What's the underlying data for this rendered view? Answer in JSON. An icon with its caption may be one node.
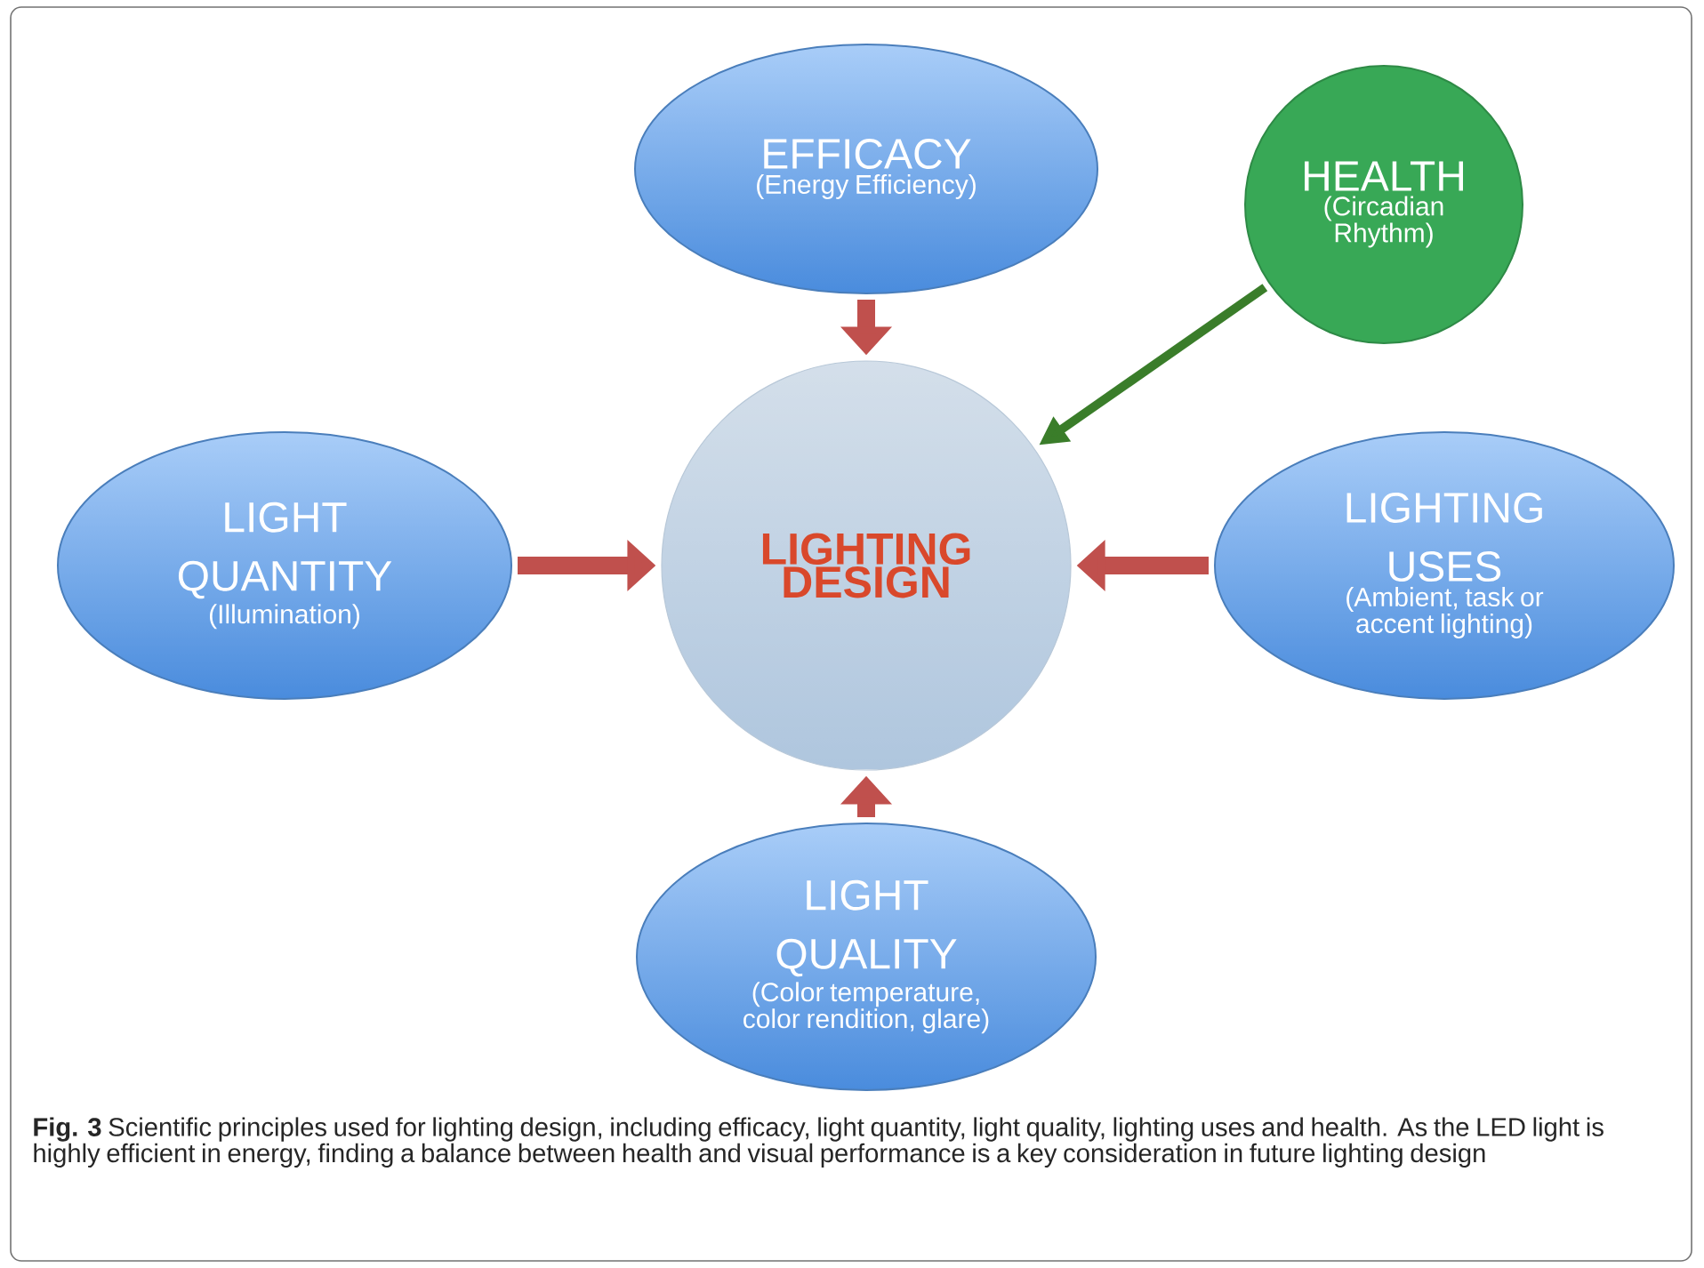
{
  "diagram": {
    "caption": "**Fig. 3** Scientific principles used for lighting design, including efficacy, light quantity, light quality, lighting uses and health. As the LED light is highly efficient in energy, finding a balance between health and visual performance is a key consideration in future lighting design",
    "nodes": [
      {
        "text": [
          "EFFICACY",
          "(Energy Efficiency)"
        ]
      },
      {
        "text": [
          "HEALTH",
          "(Circadian Rhythm)"
        ]
      },
      {
        "text": [
          "LIGHTING DESIGN"
        ]
      },
      {
        "text": [
          "LIGHT QUANTITY",
          "(Illumination)"
        ]
      },
      {
        "text": [
          "LIGHTING USES",
          "(Ambient, task or accent lighting)"
        ]
      },
      {
        "text": [
          "LIGHT QUALITY",
          "(Color temperature, color rendition, glare)"
        ]
      }
    ],
    "edges": [
      {
        "from": 0,
        "to": 2,
        "arrow": "to"
      },
      {
        "from": 1,
        "to": 2,
        "arrow": "to",
        "color": "#3a7d2a"
      },
      {
        "from": 3,
        "to": 2,
        "arrow": "to"
      },
      {
        "from": 4,
        "to": 2,
        "arrow": "to"
      },
      {
        "from": 5,
        "to": 2,
        "arrow": "to"
      }
    ]
  }
}
